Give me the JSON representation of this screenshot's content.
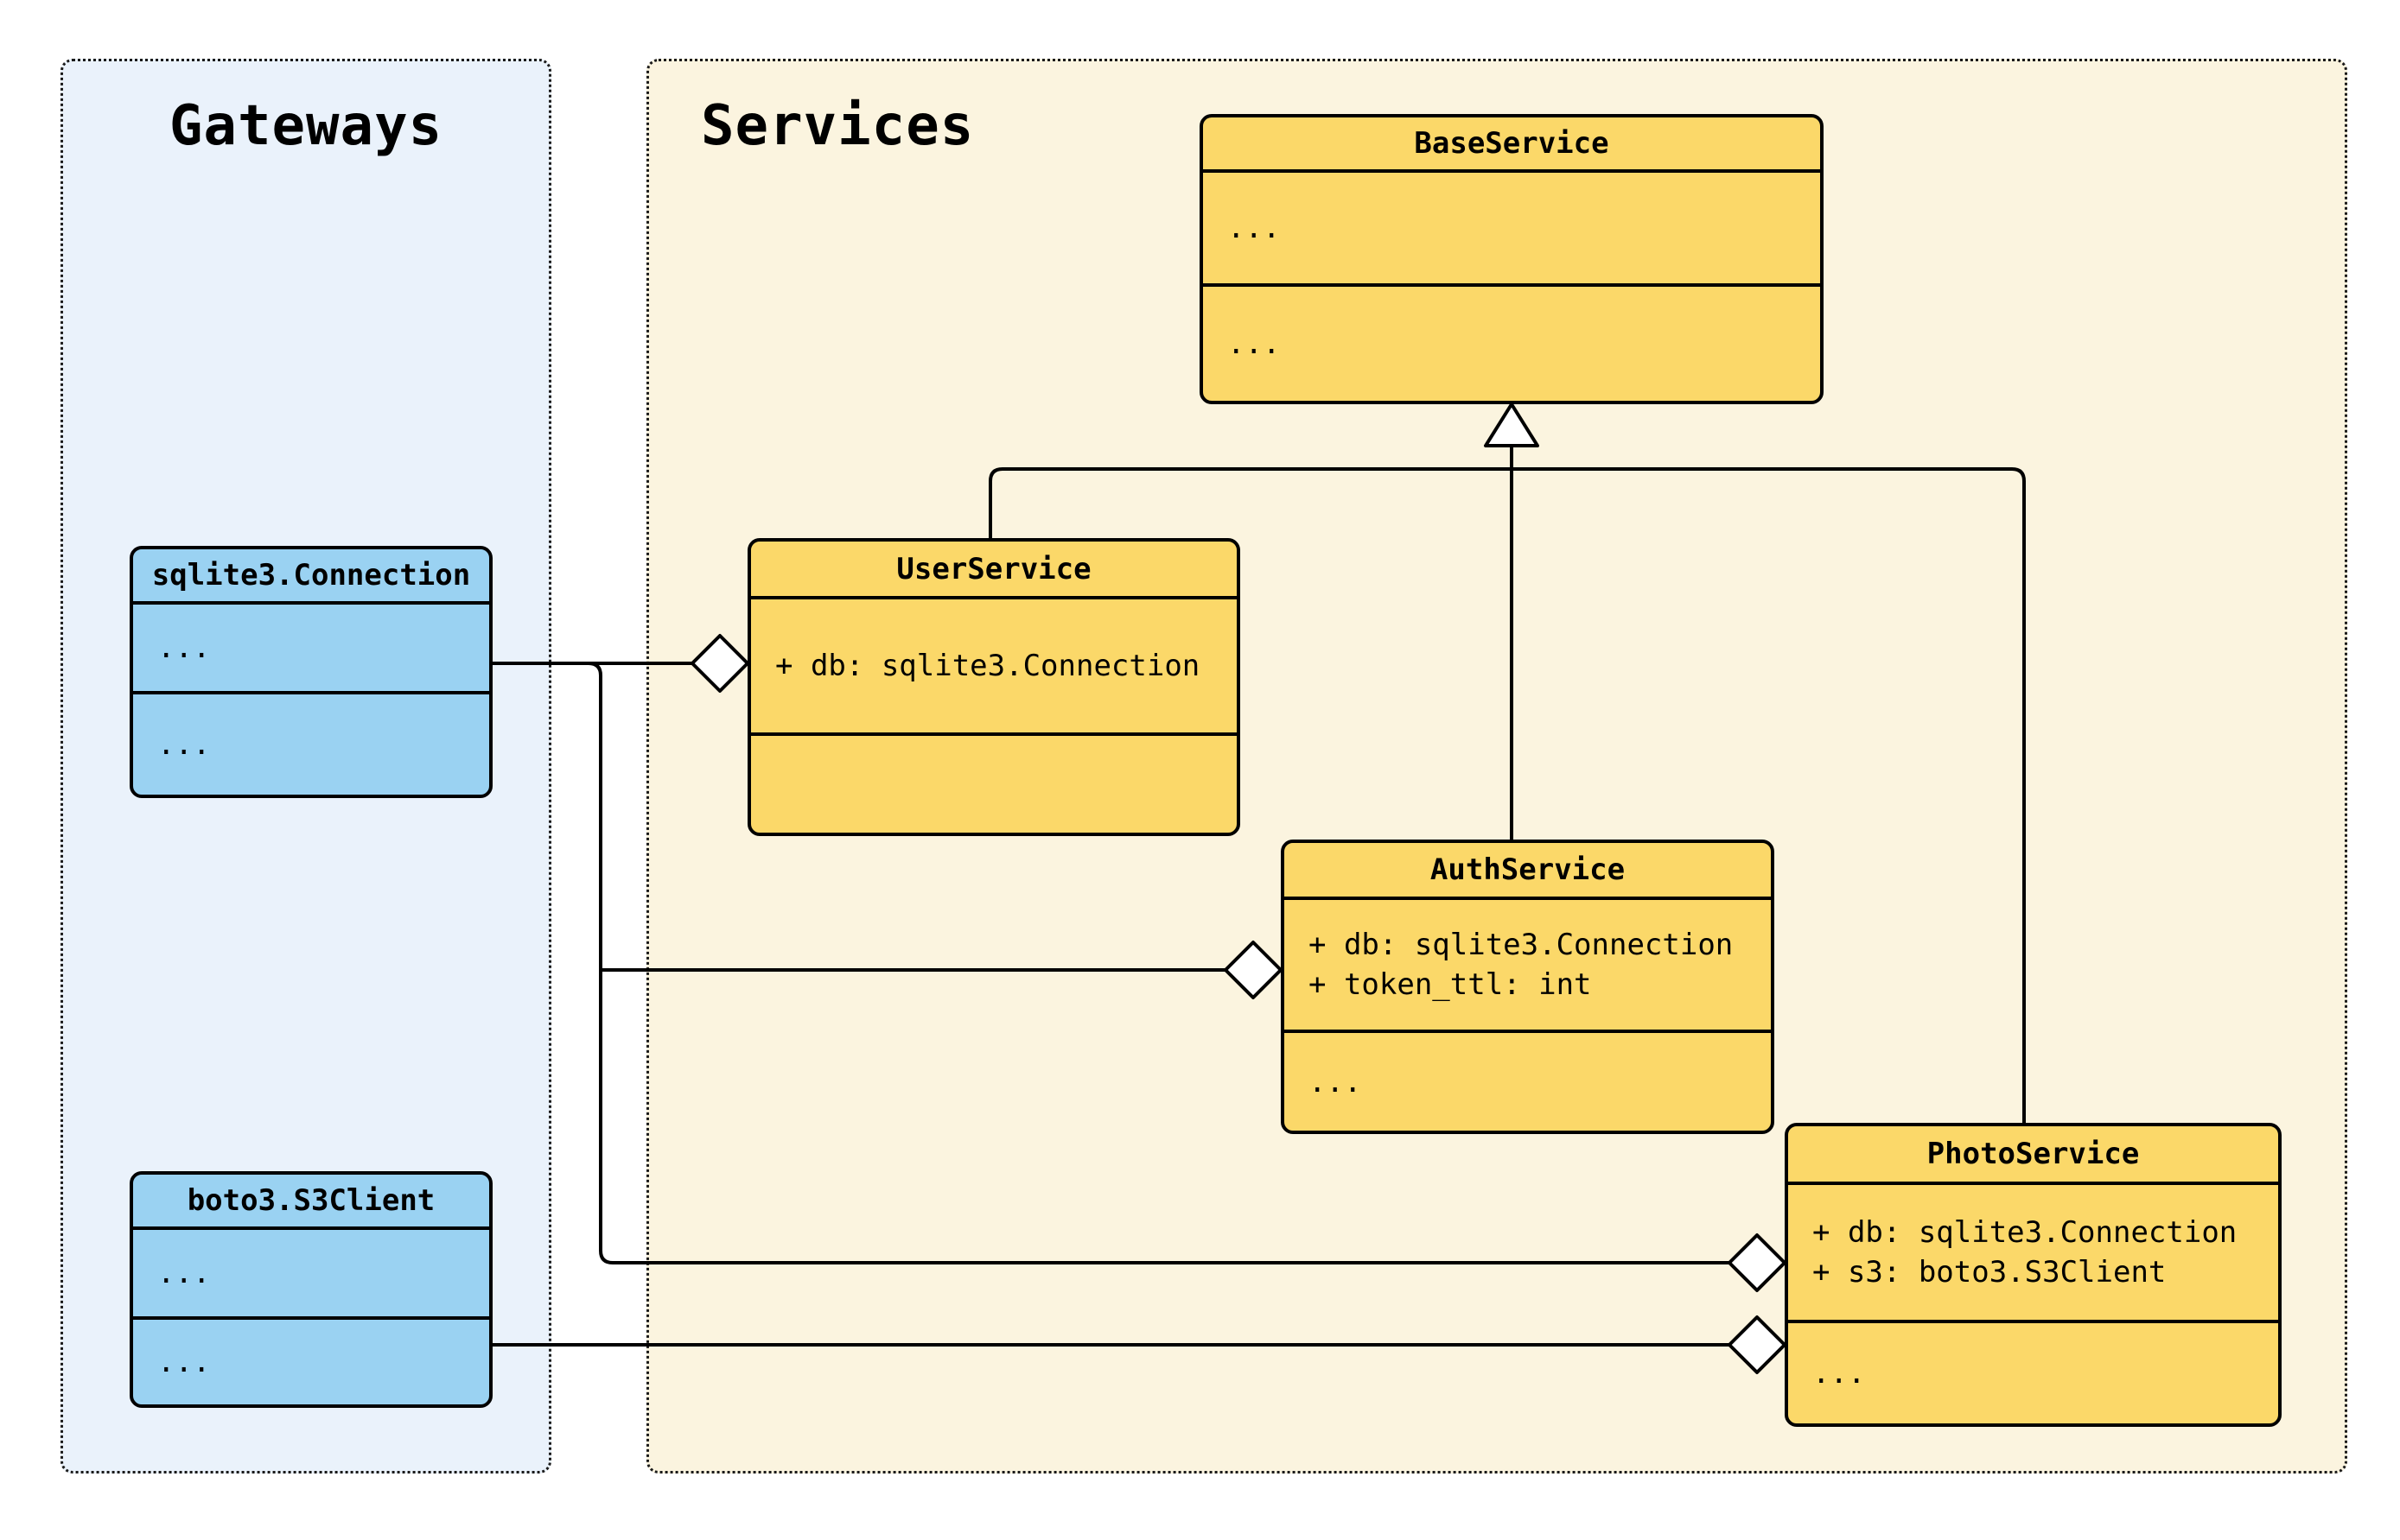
{
  "panels": {
    "gateways": {
      "title": "Gateways"
    },
    "services": {
      "title": "Services"
    }
  },
  "classes": {
    "base_service": {
      "name": "BaseService",
      "attributes": [
        "..."
      ],
      "methods": [
        "..."
      ]
    },
    "user_service": {
      "name": "UserService",
      "attributes": [
        "+ db: sqlite3.Connection"
      ],
      "methods": []
    },
    "auth_service": {
      "name": "AuthService",
      "attributes": [
        "+ db: sqlite3.Connection",
        "+ token_ttl: int"
      ],
      "methods": [
        "..."
      ]
    },
    "photo_service": {
      "name": "PhotoService",
      "attributes": [
        "+ db: sqlite3.Connection",
        "+ s3: boto3.S3Client"
      ],
      "methods": [
        "..."
      ]
    },
    "sqlite_connection": {
      "name": "sqlite3.Connection",
      "attributes": [
        "..."
      ],
      "methods": [
        "..."
      ]
    },
    "boto3_s3client": {
      "name": "boto3.S3Client",
      "attributes": [
        "..."
      ],
      "methods": [
        "..."
      ]
    }
  },
  "relationships": {
    "inheritance": [
      {
        "from": "UserService",
        "to": "BaseService"
      },
      {
        "from": "AuthService",
        "to": "BaseService"
      },
      {
        "from": "PhotoService",
        "to": "BaseService"
      }
    ],
    "aggregation": [
      {
        "from": "sqlite3.Connection",
        "to": "UserService"
      },
      {
        "from": "sqlite3.Connection",
        "to": "AuthService"
      },
      {
        "from": "sqlite3.Connection",
        "to": "PhotoService"
      },
      {
        "from": "boto3.S3Client",
        "to": "PhotoService"
      }
    ]
  },
  "colors": {
    "class_yellow": "#FBD869",
    "class_blue": "#9AD2F2",
    "panel_gateways_bg": "#EAF2FB",
    "panel_services_bg": "#FBF4DF",
    "line": "#000000",
    "background": "#FFFFFF"
  }
}
